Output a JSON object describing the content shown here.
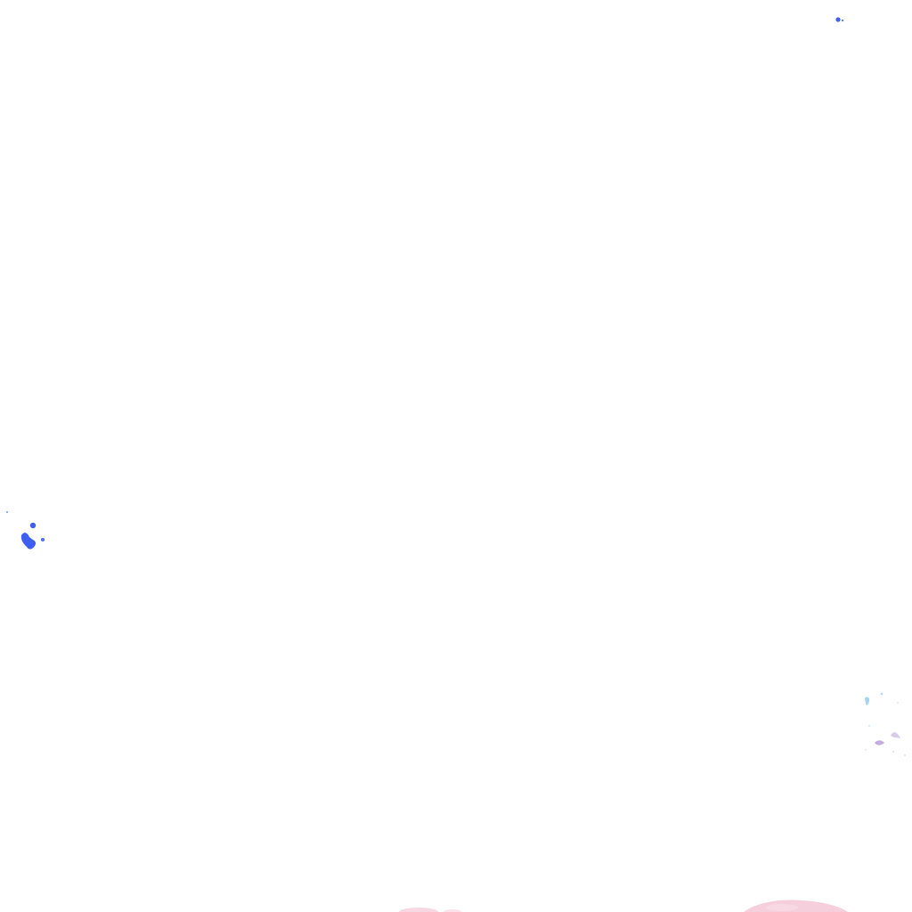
{
  "canvas": {
    "background": "#ffffff"
  },
  "colors": {
    "blue": "#3f5ff0",
    "light_blue": "#8ecbf0",
    "lavender": "#b49ad6",
    "pink": "#f4c7d6"
  },
  "elements": {
    "speck_top_right": "blue-paint-speck",
    "splatter_left": "blue-paint-splatter",
    "splatter_right": "light-blue-lavender-splatter",
    "smudge_bottom": "pink-paint-smudge"
  }
}
